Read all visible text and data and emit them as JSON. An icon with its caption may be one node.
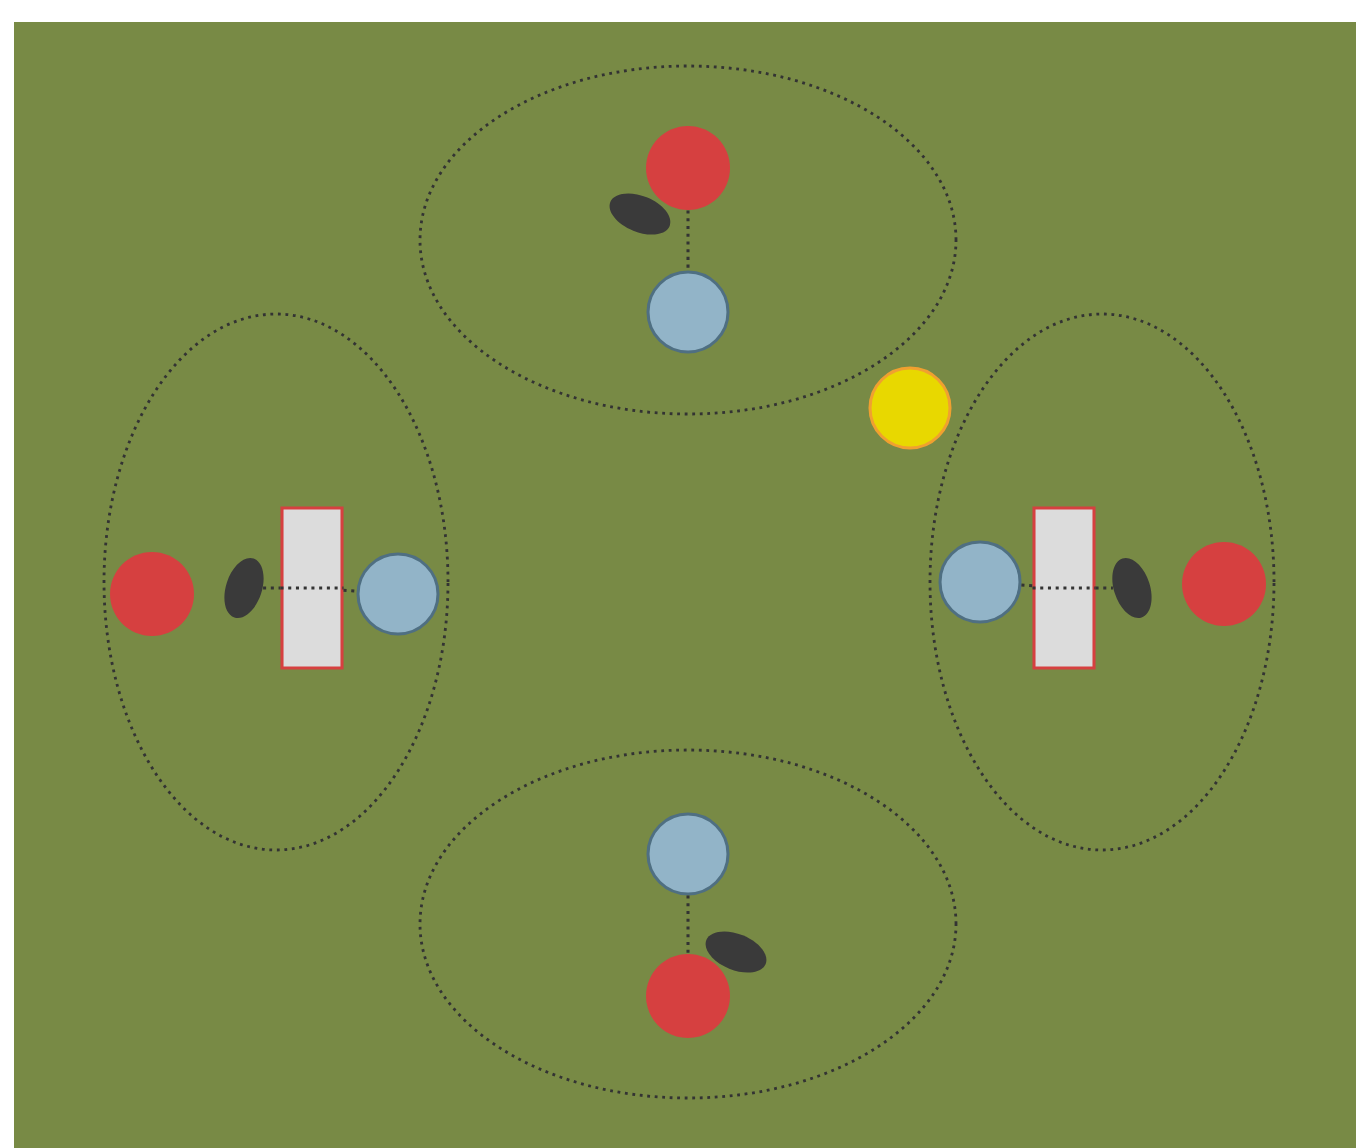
{
  "diagram": {
    "nodes": [
      {
        "text": [],
        "shape": "ellipse"
      },
      {
        "text": [],
        "shape": "circle",
        "in": 0
      },
      {
        "text": [],
        "shape": "ellipse",
        "in": 0
      },
      {
        "text": [],
        "shape": "circle",
        "in": 0
      },
      {
        "text": [],
        "shape": "circle"
      },
      {
        "text": [],
        "shape": "ellipse"
      },
      {
        "text": [],
        "shape": "circle",
        "in": 5
      },
      {
        "text": [],
        "shape": "ellipse",
        "in": 5
      },
      {
        "text": [],
        "shape": "box",
        "in": 5
      },
      {
        "text": [],
        "shape": "circle",
        "in": 5
      },
      {
        "text": [],
        "shape": "ellipse"
      },
      {
        "text": [],
        "shape": "circle",
        "in": 10
      },
      {
        "text": [],
        "shape": "box",
        "in": 10
      },
      {
        "text": [],
        "shape": "ellipse",
        "in": 10
      },
      {
        "text": [],
        "shape": "circle",
        "in": 10
      },
      {
        "text": [],
        "shape": "ellipse"
      },
      {
        "text": [],
        "shape": "circle",
        "in": 15
      },
      {
        "text": [],
        "shape": "ellipse",
        "in": 15
      },
      {
        "text": [],
        "shape": "circle",
        "in": 15
      }
    ],
    "edges": [
      {
        "from": 1,
        "to": 3,
        "arrow": "none"
      },
      {
        "from": 7,
        "to": 8,
        "arrow": "none"
      },
      {
        "from": 8,
        "to": 9,
        "arrow": "none"
      },
      {
        "from": 11,
        "to": 12,
        "arrow": "none"
      },
      {
        "from": 12,
        "to": 13,
        "arrow": "none"
      },
      {
        "from": 16,
        "to": 18,
        "arrow": "none"
      }
    ]
  }
}
